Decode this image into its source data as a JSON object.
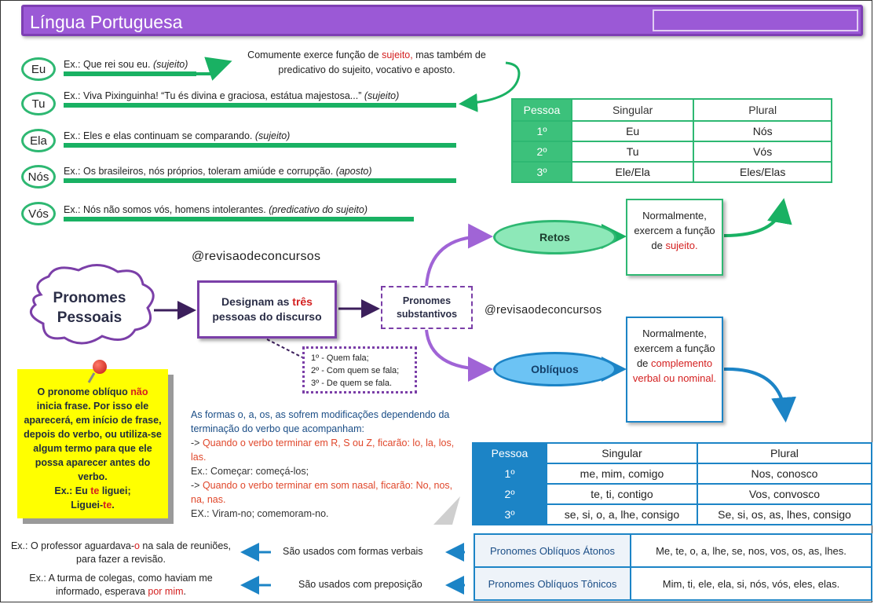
{
  "header": {
    "title": "Língua Portuguesa"
  },
  "pronouns": [
    {
      "label": "Eu",
      "example": "Ex.: Que rei sou eu.",
      "role": "(sujeito)"
    },
    {
      "label": "Tu",
      "example": "Ex.: Viva Pixinguinha! “Tu és divina e graciosa, estátua majestosa...”",
      "role": "(sujeito)"
    },
    {
      "label": "Ela",
      "example": "Ex.: Eles e elas continuam se comparando.",
      "role": "(sujeito)"
    },
    {
      "label": "Nós",
      "example": "Ex.: Os brasileiros, nós próprios, toleram amiúde e corrupção.",
      "role": "(aposto)"
    },
    {
      "label": "Vós",
      "example": "Ex.: Nós não somos vós, homens intolerantes.",
      "role": "(predicativo do sujeito)"
    }
  ],
  "callout": {
    "pre": "Comumente exerce função de ",
    "highlight": "sujeito,",
    "post": " mas também de predicativo do sujeito, vocativo e aposto."
  },
  "retos_table": {
    "headers": [
      "Pessoa",
      "Singular",
      "Plural"
    ],
    "rows": [
      [
        "1º",
        "Eu",
        "Nós"
      ],
      [
        "2º",
        "Tu",
        "Vós"
      ],
      [
        "3º",
        "Ele/Ela",
        "Eles/Elas"
      ]
    ]
  },
  "diagram": {
    "handle": "@revisaodeconcursos",
    "handle2": "@revisaodeconcursos",
    "cloud": "Pronomes Pessoais",
    "designam_pre": "Designam as ",
    "designam_red": "três",
    "designam_post": " pessoas do discurso",
    "substantivos": "Pronomes substantivos",
    "list": [
      "1º - Quem fala;",
      "2º - Com quem se fala;",
      "3º - De quem se fala."
    ],
    "retos": "Retos",
    "obliquos": "Oblíquos",
    "norm1_pre": "Normalmente, exercem a função de ",
    "norm1_red": "sujeito.",
    "norm2_pre": "Normalmente, exercem a função de ",
    "norm2_red": "complemento verbal ou nominal."
  },
  "note": {
    "l1_pre": "O pronome oblíquo ",
    "l1_red": "não",
    "l1_post": " inicia frase. Por isso ele aparecerá, em início de frase, depois do verbo, ou utiliza-se algum termo para que ele possa aparecer antes do verbo.",
    "ex1_pre": "Ex.: Eu ",
    "ex1_red": "te",
    "ex1_post": " liguei;",
    "ex2_pre": "Liguei-",
    "ex2_red": "te",
    "ex2_post": "."
  },
  "formas": {
    "intro": "As formas o, a, os, as sofrem modificações dependendo da terminação do verbo que acompanham:",
    "arrow": "->",
    "rule1": " Quando o verbo terminar em R, S ou Z, ficarão: lo, la, los, las.",
    "ex1": "Ex.: Começar: começá-los;",
    "rule2": " Quando o verbo terminar em som nasal, ficarão: No, nos, na, nas.",
    "ex2": "EX.: Viram-no; comemoram-no."
  },
  "obliquos_table": {
    "headers": [
      "Pessoa",
      "Singular",
      "Plural"
    ],
    "rows": [
      [
        "1º",
        "me, mim, comigo",
        "Nos, conosco"
      ],
      [
        "2º",
        "te, ti, contigo",
        "Vos, convosco"
      ],
      [
        "3º",
        "se, si, o, a, lhe, consigo",
        "Se, si, os, as, lhes, consigo"
      ]
    ]
  },
  "bottom": {
    "ex1_pre": "Ex.: O professor aguardava-",
    "ex1_red": "o",
    "ex1_post": " na sala de reuniões, para fazer a revisão.",
    "ex2_pre": "Ex.: A turma de colegas, como haviam me informado, esperava ",
    "ex2_red": "por mim",
    "ex2_post": ".",
    "use1": "São usados com formas verbais",
    "use2": "São usados com preposição",
    "atonos_label": "Pronomes Oblíquos Átonos",
    "atonos_value": "Me, te, o, a, lhe, se, nos, vos, os, as, lhes.",
    "tonicos_label": "Pronomes Oblíquos Tônicos",
    "tonicos_value": "Mim, ti, ele, ela, si, nós, vós, eles, elas."
  },
  "colors": {
    "purple": "#9b59d6",
    "green": "#2eb872",
    "blue": "#1c84c6",
    "red": "#d42020",
    "yellow": "#ffff00"
  }
}
